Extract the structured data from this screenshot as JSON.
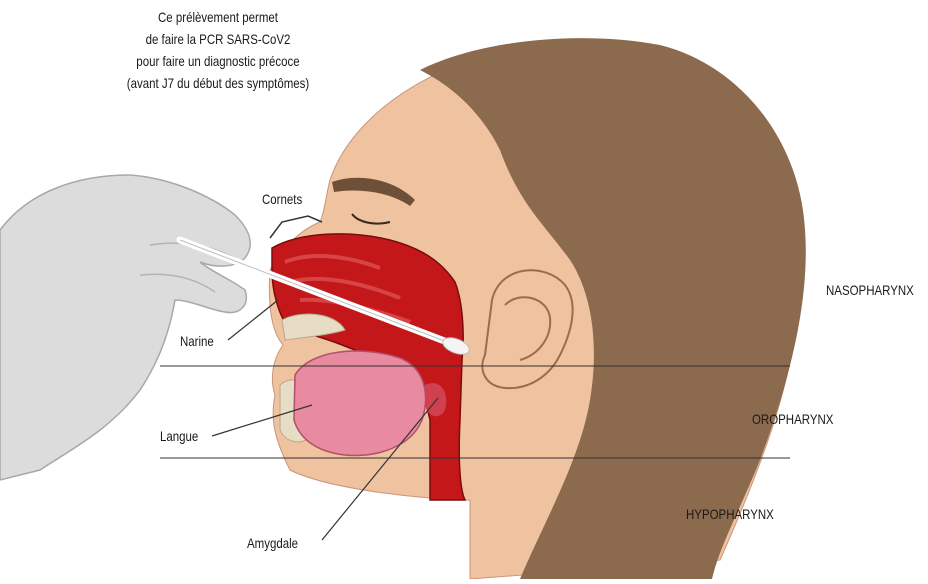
{
  "caption": {
    "lines": [
      "Ce prélèvement permet",
      "de faire la PCR SARS-CoV2",
      "pour faire un diagnostic précoce",
      "(avant J7 du début des symptômes)"
    ]
  },
  "labels": {
    "cornets": "Cornets",
    "narine": "Narine",
    "langue": "Langue",
    "amygdale": "Amygdale"
  },
  "zones": {
    "nasopharynx": "NASOPHARYNX",
    "oropharynx": "OROPHARYNX",
    "hypopharynx": "HYPOPHARYNX"
  },
  "colors": {
    "skin": "#efc2a0",
    "hair": "#8b6a4e",
    "mucosa": "#c4171a",
    "tongue": "#e88aa0",
    "bone": "#e7dcc4",
    "glove": "#dcdcdc"
  }
}
